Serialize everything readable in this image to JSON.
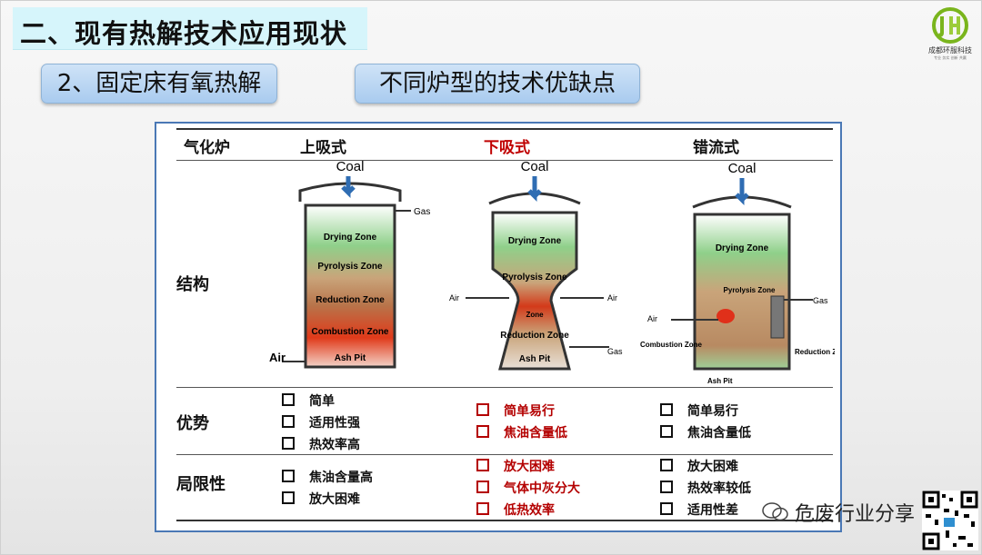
{
  "slide": {
    "title": "二、现有热解技术应用现状",
    "logo_name": "成都环服科技",
    "logo_tagline": "专业 务实 创新 共赢"
  },
  "pills": {
    "left": "2、固定床有氧热解",
    "right": "不同炉型的技术优缺点"
  },
  "table": {
    "headers": [
      "气化炉",
      "上吸式",
      "下吸式",
      "错流式"
    ],
    "row_labels": [
      "结构",
      "优势",
      "局限性"
    ],
    "updraft": {
      "coal": "Coal",
      "gas": "Gas",
      "air": "Air",
      "zones": [
        "Drying Zone",
        "Pyrolysis Zone",
        "Reduction Zone",
        "Combustion Zone",
        "Ash Pit"
      ]
    },
    "downdraft": {
      "coal": "Coal",
      "air_left": "Air",
      "air_right": "Air",
      "gas": "Gas",
      "zones": [
        "Drying Zone",
        "Pyrolysis Zone",
        "Zone",
        "Reduction Zone",
        "Ash Pit"
      ]
    },
    "crossdraft": {
      "coal": "Coal",
      "gas": "Gas",
      "air": "Air",
      "zones": [
        "Drying Zone",
        "Pyrolysis Zone",
        "Combustion Zone",
        "Reduction Zone",
        "Ash Pit"
      ]
    },
    "advantages": {
      "updraft": [
        "简单",
        "适用性强",
        "热效率高"
      ],
      "downdraft": [
        "简单易行",
        "焦油含量低"
      ],
      "crossdraft": [
        "简单易行",
        "焦油含量低"
      ]
    },
    "limitations": {
      "updraft": [
        "焦油含量高",
        "放大困难"
      ],
      "downdraft": [
        "放大困难",
        "气体中灰分大",
        "低热效率"
      ],
      "crossdraft": [
        "放大困难",
        "热效率较低",
        "适用性差"
      ]
    }
  },
  "watermark": "危废行业分享",
  "colors": {
    "title_bg": "#d6f5fb",
    "pill_bg": "#b9d6f3",
    "panel_border": "#4a78b5",
    "accent_red": "#c00000",
    "logo_green": "#7ab51d"
  }
}
